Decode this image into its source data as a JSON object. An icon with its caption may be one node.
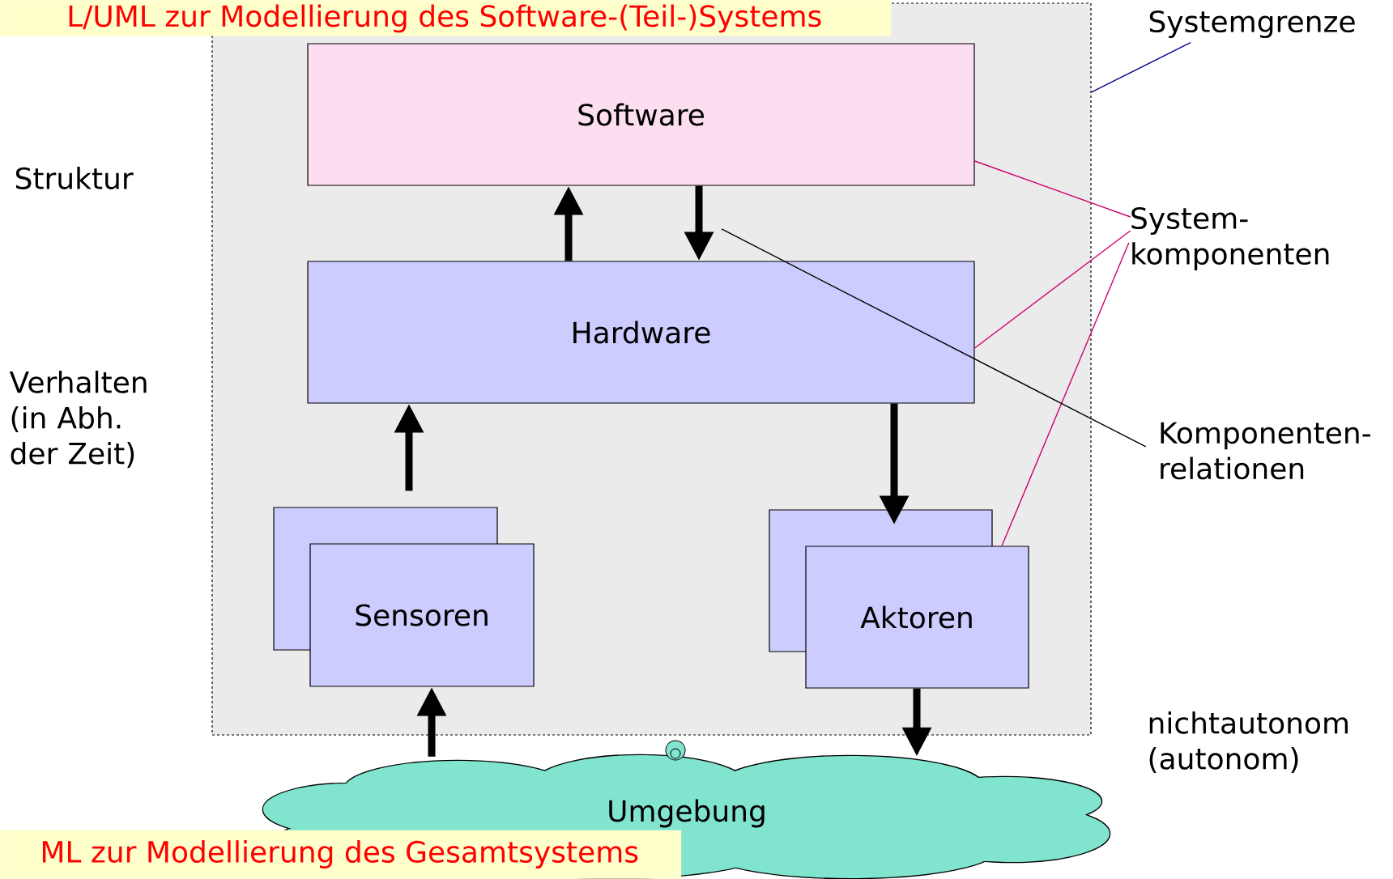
{
  "diagram": {
    "nodes": [
      {
        "text": [],
        "shape": "box"
      },
      {
        "text": [
          "Software"
        ],
        "in": 0
      },
      {
        "text": [
          "Hardware"
        ],
        "in": 0
      },
      {
        "text": [
          "Sensoren"
        ],
        "in": 0
      },
      {
        "text": [
          "Aktoren"
        ],
        "in": 0
      },
      {
        "text": [
          "Umgebung"
        ]
      },
      {
        "text": [
          "Systemgrenze"
        ]
      },
      {
        "text": [
          "System-komponenten"
        ]
      },
      {
        "text": [
          "Komponenten-relationen"
        ]
      }
    ],
    "edges": [
      {
        "from": 2,
        "to": 1,
        "arrow": "to"
      },
      {
        "from": 1,
        "to": 2,
        "arrow": "to"
      },
      {
        "from": 3,
        "to": 2,
        "arrow": "to"
      },
      {
        "from": 2,
        "to": 4,
        "arrow": "to"
      },
      {
        "from": 5,
        "to": 3,
        "arrow": "to"
      },
      {
        "from": 4,
        "to": 5,
        "arrow": "to"
      },
      {
        "from": 6,
        "to": 0,
        "arrow": "none",
        "color": "#00008b"
      },
      {
        "from": 7,
        "to": 1,
        "arrow": "none",
        "color": "#d0006f"
      },
      {
        "from": 7,
        "to": 2,
        "arrow": "none",
        "color": "#d0006f"
      },
      {
        "from": 7,
        "to": 4,
        "arrow": "none",
        "color": "#d0006f"
      },
      {
        "from": 8,
        "to": null,
        "arrow": "none"
      }
    ],
    "labels": [
      "L/UML zur Modellierung des Software-(Teil-)Systems",
      "Struktur",
      "Verhalten (in Abh. der Zeit)",
      "nichtautonom (autonom)",
      "ML zur Modellierung des Gesamtsystems"
    ]
  }
}
